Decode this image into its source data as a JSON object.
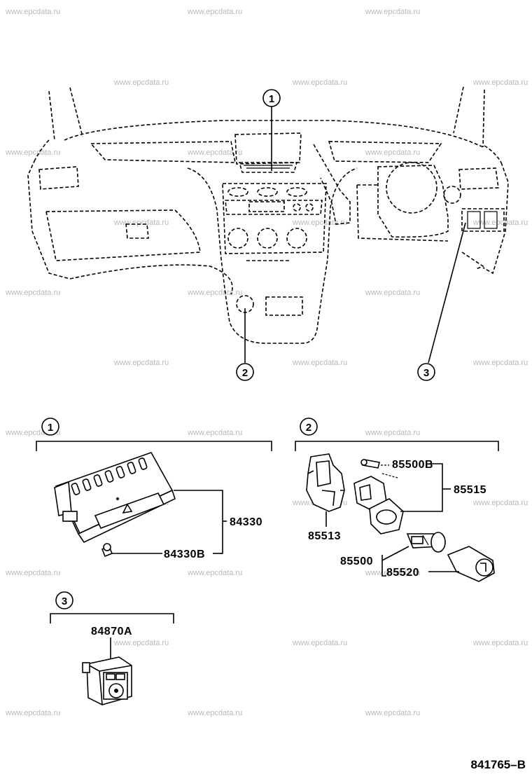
{
  "watermark": "www.epcdata.ru",
  "callouts": [
    "1",
    "2",
    "3"
  ],
  "parts": {
    "p84330": "84330",
    "p84330B": "84330B",
    "p85500B": "85500B",
    "p85515": "85515",
    "p85513": "85513",
    "p85500": "85500",
    "p85520": "85520",
    "p84870A": "84870A"
  },
  "figure_id": "841765–B"
}
